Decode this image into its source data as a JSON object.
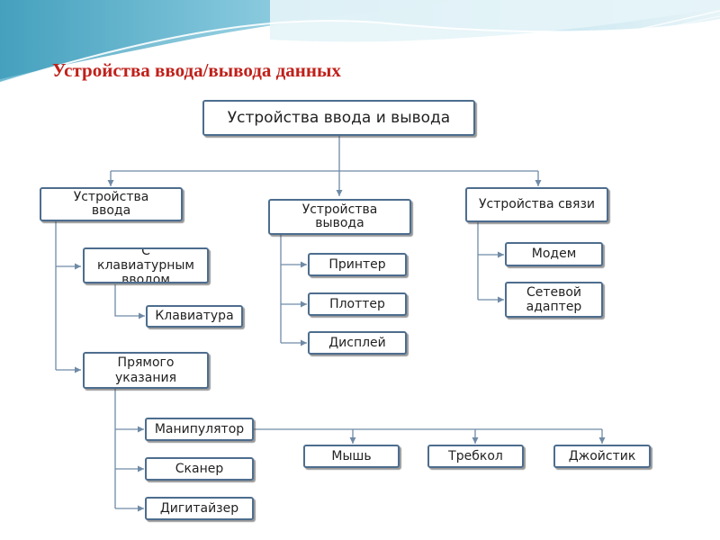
{
  "slide": {
    "title": "Устройства ввода/вывода данных"
  },
  "diagram": {
    "root": "Устройства ввода и вывода",
    "input": {
      "label": "Устройства ввода",
      "keyboard_group": {
        "label": "С клавиатурным вводом",
        "children": [
          "Клавиатура"
        ]
      },
      "pointing_group": {
        "label": "Прямого указания",
        "children": [
          "Манипулятор",
          "Сканер",
          "Дигитайзер"
        ],
        "manipulator_types": [
          "Мышь",
          "Требкол",
          "Джойстик"
        ]
      }
    },
    "output": {
      "label": "Устройства вывода",
      "children": [
        "Принтер",
        "Плоттер",
        "Дисплей"
      ]
    },
    "communication": {
      "label": "Устройства связи",
      "children": [
        "Модем",
        "Сетевой адаптер"
      ]
    }
  },
  "colors": {
    "title": "#c0201a",
    "box_border": "#4d6d8e",
    "connector": "#6f8aa6",
    "wave_light": "#cfe8f1",
    "wave_dark": "#4aa6c2"
  }
}
